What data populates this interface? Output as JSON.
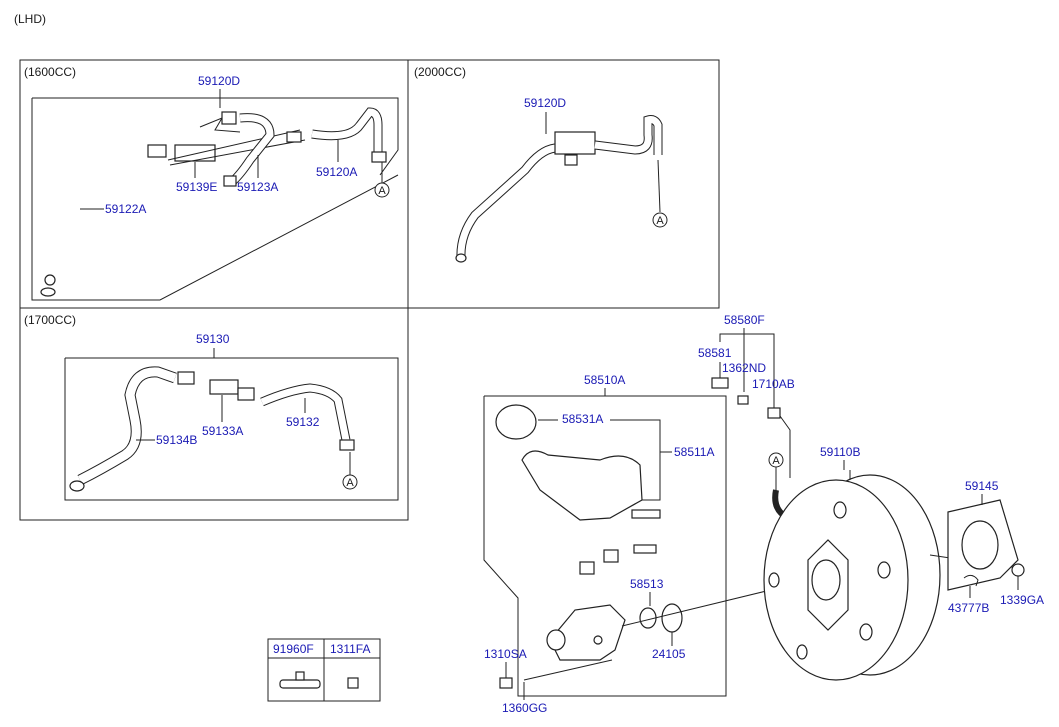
{
  "header": {
    "region_label": "(LHD)"
  },
  "panels": {
    "p1600": {
      "title": "(1600CC)"
    },
    "p2000": {
      "title": "(2000CC)"
    },
    "p1700": {
      "title": "(1700CC)"
    }
  },
  "labels": {
    "p59120D_a": "59120D",
    "p59139E": "59139E",
    "p59123A": "59123A",
    "p59120A": "59120A",
    "p59122A": "59122A",
    "p59120D_b": "59120D",
    "p59130": "59130",
    "p59133A": "59133A",
    "p59132": "59132",
    "p59134B": "59134B",
    "p58580F": "58580F",
    "p58581": "58581",
    "p1362ND": "1362ND",
    "p1710AB": "1710AB",
    "p58510A": "58510A",
    "p58531A": "58531A",
    "p58511A": "58511A",
    "p59110B": "59110B",
    "p59145": "59145",
    "p43777B": "43777B",
    "p1339GA": "1339GA",
    "p58513": "58513",
    "p24105": "24105",
    "p1310SA": "1310SA",
    "p1360GG": "1360GG"
  },
  "callouts": {
    "a": "A"
  },
  "legend_table": {
    "col1": "91960F",
    "col2": "1311FA"
  },
  "colors": {
    "label": "#1a1ab4",
    "line": "#222222"
  }
}
